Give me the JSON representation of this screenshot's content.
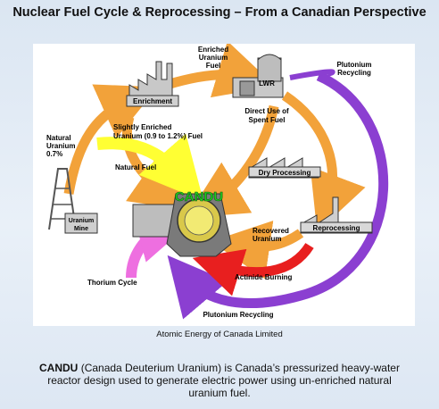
{
  "title": "Nuclear Fuel Cycle & Reprocessing – From a Canadian Perspective",
  "credit": "Atomic Energy of Canada Limited",
  "caption": {
    "term": "CANDU",
    "text": " (Canada Deuterium Uranium) is Canada’s pressurized heavy-water reactor design used to generate electric power using un-enriched natural uranium fuel."
  },
  "labels": {
    "enriched_uranium_fuel": [
      "Enriched",
      "Uranium",
      "Fuel"
    ],
    "plutonium_recycling_top": [
      "Plutonium",
      "Recycling"
    ],
    "lwr": "LWR",
    "enrichment": "Enrichment",
    "direct_use": [
      "Direct Use of",
      "Spent Fuel"
    ],
    "slightly_enriched": [
      "Slightly Enriched",
      "Uranium (0.9 to 1.2%) Fuel"
    ],
    "natural_uranium": [
      "Natural",
      "Uranium",
      "0.7%"
    ],
    "natural_fuel": "Natural Fuel",
    "dry_processing": "Dry Processing",
    "candu": "CANDU",
    "uranium_mine": [
      "Uranium",
      "Mine"
    ],
    "recovered_uranium": [
      "Recovered",
      "Uranium"
    ],
    "reprocessing": "Reprocessing",
    "thorium_cycle": "Thorium Cycle",
    "actinide_burning": "Actinide Burning",
    "plutonium_recycling_bottom": "Plutonium Recycling"
  },
  "colors": {
    "orange_arrow": "#f2a23a",
    "yellow_arrow": "#ffff33",
    "red_arrow": "#e81f1f",
    "purple_arrow": "#8b3fd1",
    "pink_arrow": "#ee6fe0",
    "candu_green": "#22cc22"
  }
}
